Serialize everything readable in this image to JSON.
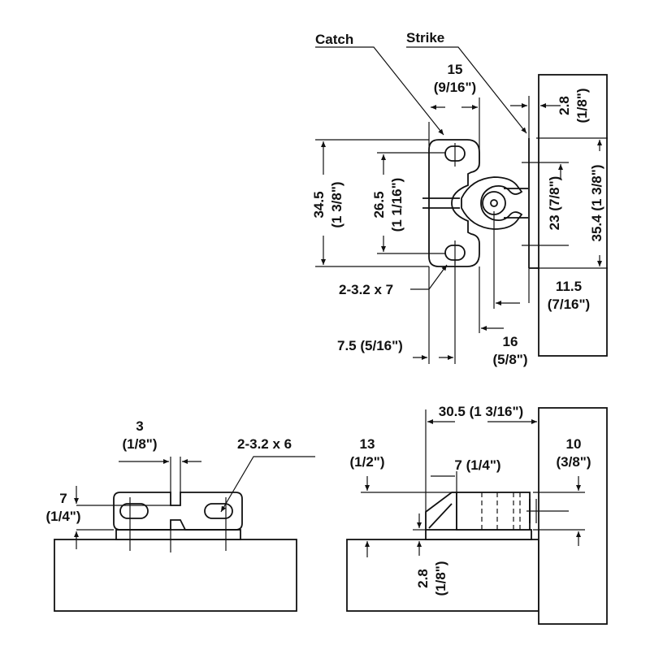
{
  "labels": {
    "catch": "Catch",
    "strike": "Strike",
    "top_w15_mm": "15",
    "top_w15_in": "(9/16\")",
    "top_28_mm": "2.8",
    "top_28_in": "(1/8\")",
    "top_345_mm": "34.5",
    "top_345_in": "(1 3/8\")",
    "top_265_mm": "26.5",
    "top_265_in": "(1 1/16\")",
    "top_23": "23 (7/8\")",
    "top_354": "35.4 (1 3/8\")",
    "top_holes": "2-3.2 x 7",
    "top_115_mm": "11.5",
    "top_115_in": "(7/16\")",
    "top_16_mm": "16",
    "top_16_in": "(5/8\")",
    "top_75": "7.5 (5/16\")",
    "bl_3_mm": "3",
    "bl_3_in": "(1/8\")",
    "bl_holes": "2-3.2 x 6",
    "bl_7_mm": "7",
    "bl_7_in": "(1/4\")",
    "br_305": "30.5 (1 3/16\")",
    "br_13_mm": "13",
    "br_13_in": "(1/2\")",
    "br_7": "7 (1/4\")",
    "br_10_mm": "10",
    "br_10_in": "(3/8\")",
    "br_28_mm": "2.8",
    "br_28_in": "(1/8\")"
  }
}
